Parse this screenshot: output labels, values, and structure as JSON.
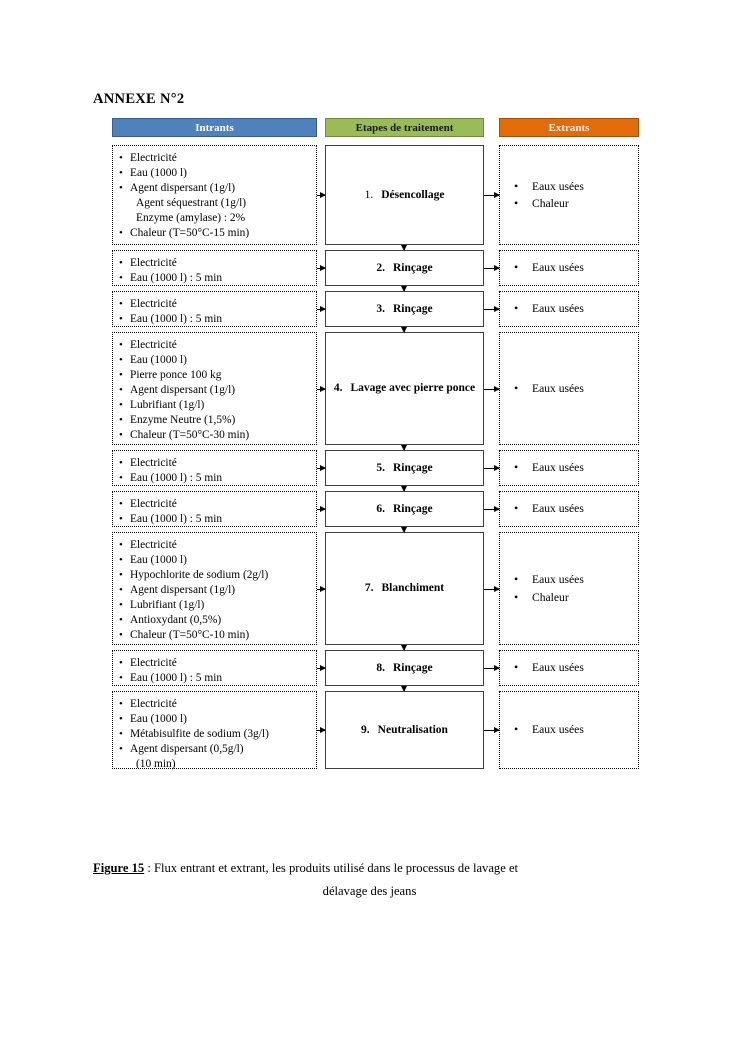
{
  "document": {
    "annexe_title": "ANNEXE  N°2"
  },
  "diagram": {
    "headers": {
      "inputs": "Intrants",
      "process": "Etapes de traitement",
      "outputs": "Extrants"
    },
    "colors": {
      "inputs_header_bg": "#4f81bd",
      "process_header_bg": "#9bbb59",
      "outputs_header_bg": "#e36c0a",
      "inputs_header_text": "#ffffff",
      "process_header_text": "#1a1a1a",
      "outputs_header_text": "#f5ede4",
      "box_border": "#000000",
      "process_border": "#3f3f3f"
    },
    "rows": [
      {
        "step_number": "1.",
        "step_label": "Désencollage",
        "inputs": [
          {
            "text": "Electricité",
            "bullet": true
          },
          {
            "text": "Eau (1000 l)",
            "bullet": true
          },
          {
            "text": "Agent dispersant (1g/l)",
            "bullet": true
          },
          {
            "text": "Agent séquestrant (1g/l)",
            "bullet": false
          },
          {
            "text": "Enzyme (amylase) : 2%",
            "bullet": false
          },
          {
            "text": "Chaleur (T=50°C-15 min)",
            "bullet": true
          }
        ],
        "outputs": [
          "Eaux usées",
          "Chaleur"
        ]
      },
      {
        "step_number": "2.",
        "step_label": "Rinçage",
        "inputs": [
          {
            "text": "Electricité",
            "bullet": true
          },
          {
            "text": "Eau (1000 l) : 5 min",
            "bullet": true
          }
        ],
        "outputs": [
          "Eaux usées"
        ]
      },
      {
        "step_number": "3.",
        "step_label": "Rinçage",
        "inputs": [
          {
            "text": "Electricité",
            "bullet": true
          },
          {
            "text": "Eau (1000 l) : 5 min",
            "bullet": true
          }
        ],
        "outputs": [
          "Eaux usées"
        ]
      },
      {
        "step_number": "4.",
        "step_label": "Lavage avec pierre ponce",
        "inputs": [
          {
            "text": "Electricité",
            "bullet": true
          },
          {
            "text": "Eau (1000 l)",
            "bullet": true
          },
          {
            "text": "Pierre ponce 100 kg",
            "bullet": true
          },
          {
            "text": "Agent dispersant (1g/l)",
            "bullet": true
          },
          {
            "text": "Lubrifiant (1g/l)",
            "bullet": true
          },
          {
            "text": "Enzyme Neutre (1,5%)",
            "bullet": true
          },
          {
            "text": "Chaleur (T=50°C-30 min)",
            "bullet": true
          }
        ],
        "outputs": [
          "Eaux usées"
        ]
      },
      {
        "step_number": "5.",
        "step_label": "Rinçage",
        "inputs": [
          {
            "text": "Electricité",
            "bullet": true
          },
          {
            "text": "Eau (1000 l) : 5 min",
            "bullet": true
          }
        ],
        "outputs": [
          "Eaux usées"
        ]
      },
      {
        "step_number": "6.",
        "step_label": "Rinçage",
        "inputs": [
          {
            "text": "Electricité",
            "bullet": true
          },
          {
            "text": "Eau (1000 l) : 5 min",
            "bullet": true
          }
        ],
        "outputs": [
          "Eaux usées"
        ]
      },
      {
        "step_number": "7.",
        "step_label": "Blanchiment",
        "inputs": [
          {
            "text": "Electricité",
            "bullet": true
          },
          {
            "text": "Eau (1000 l)",
            "bullet": true
          },
          {
            "text": "Hypochlorite de sodium (2g/l)",
            "bullet": true
          },
          {
            "text": "Agent dispersant (1g/l)",
            "bullet": true
          },
          {
            "text": "Lubrifiant (1g/l)",
            "bullet": true
          },
          {
            "text": "Antioxydant (0,5%)",
            "bullet": true
          },
          {
            "text": "Chaleur (T=50°C-10 min)",
            "bullet": true
          }
        ],
        "outputs": [
          "Eaux usées",
          "Chaleur"
        ]
      },
      {
        "step_number": "8.",
        "step_label": "Rinçage",
        "inputs": [
          {
            "text": "Electricité",
            "bullet": true
          },
          {
            "text": "Eau (1000 l) : 5 min",
            "bullet": true
          }
        ],
        "outputs": [
          "Eaux usées"
        ]
      },
      {
        "step_number": "9.",
        "step_label": "Neutralisation",
        "inputs": [
          {
            "text": "Electricité",
            "bullet": true
          },
          {
            "text": "Eau (1000 l)",
            "bullet": true
          },
          {
            "text": "Métabisulfite de sodium (3g/l)",
            "bullet": true
          },
          {
            "text": "Agent dispersant (0,5g/l)",
            "bullet": true
          },
          {
            "text": "(10 min)",
            "bullet": false
          }
        ],
        "outputs": [
          "Eaux usées"
        ]
      }
    ]
  },
  "caption": {
    "figure_label": "Figure 15",
    "separator": " : ",
    "line1": "Flux entrant et extrant, les produits utilisé dans le processus de lavage et",
    "line2": "délavage des jeans"
  }
}
